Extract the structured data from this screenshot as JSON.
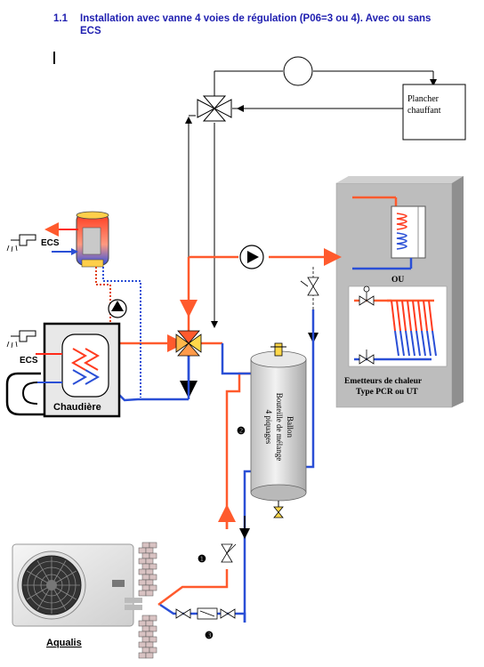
{
  "heading": {
    "number": "1.1",
    "title": "Installation avec vanne 4 voies de régulation (P06=3 ou 4). Avec ou sans",
    "title_cont": "ECS"
  },
  "labels": {
    "plancher_line1": "Plancher",
    "plancher_line2": "chauffant",
    "ecs_top": "ECS",
    "ecs_left": "ECS",
    "chaudiere": "Chaudière",
    "ou": "OU",
    "emetteurs_line1": "Emetteurs de chaleur",
    "emetteurs_line2": "Type PCR ou UT",
    "ballon_line1": "Ballon",
    "ballon_line2": "Bouteille de mélange",
    "ballon_line3": "4 piquages",
    "aqualis": "Aqualis",
    "marker_1": "❶",
    "marker_2": "❷",
    "marker_3": "❸"
  },
  "colors": {
    "hot": "#ff5a2d",
    "cold": "#2a4fd6",
    "hot_dotted": "#e0401a",
    "cold_dotted": "#2a4fd6",
    "heading": "#1f1fb0",
    "room": "#bdbdbd",
    "room_dark": "#8c8c8c",
    "boiler": "#e6e6e6",
    "tank": "#d9d9d9",
    "brick": "#d8c2c2"
  }
}
